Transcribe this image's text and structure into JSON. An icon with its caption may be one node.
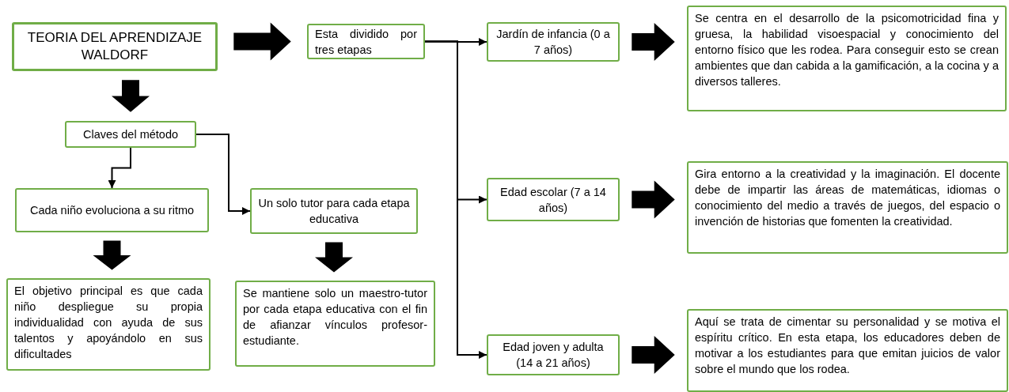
{
  "diagram": {
    "nodes": [
      {
        "text": [
          "TEORIA DEL APRENDIZAJE WALDORF"
        ]
      },
      {
        "text": [
          "Esta dividido por tres etapas"
        ]
      },
      {
        "text": [
          "Claves del método"
        ]
      },
      {
        "text": [
          "Cada niño evoluciona a su ritmo"
        ]
      },
      {
        "text": [
          "Un solo tutor para cada etapa educativa"
        ]
      },
      {
        "text": [
          "El objetivo principal es que cada niño despliegue su propia individualidad con ayuda de sus talentos y apoyándolo en sus dificultades"
        ]
      },
      {
        "text": [
          "Se mantiene solo un maestro-tutor por cada etapa educativa con el fin de afianzar vínculos profesor-estudiante."
        ]
      },
      {
        "text": [
          "Jardín de infancia (0 a 7 años)"
        ]
      },
      {
        "text": [
          "Edad escolar (7 a 14 años)"
        ]
      },
      {
        "text": [
          "Edad joven y adulta (14 a 21 años)"
        ]
      },
      {
        "text": [
          "Se centra en el desarrollo de la psicomotricidad fina y gruesa, la habilidad visoespacial y conocimiento del entorno físico que les rodea. Para conseguir esto se crean ambientes que dan cabida a la gamificación, a la cocina y a diversos talleres."
        ]
      },
      {
        "text": [
          "Gira entorno a la creatividad y la imaginación. El docente debe de impartir las áreas de matemáticas, idiomas o conocimiento del medio a través de juegos, del espacio o invención de historias que fomenten la creatividad."
        ]
      },
      {
        "text": [
          "Aquí se trata de cimentar su personalidad y se motiva el espíritu crítico. En esta etapa, los educadores deben de motivar a los estudiantes para que emitan juicios de valor sobre el mundo que los rodea."
        ]
      }
    ],
    "edges": [
      {
        "from": 0,
        "to": 1,
        "arrow": "to",
        "style": "thick"
      },
      {
        "from": 0,
        "to": 2,
        "arrow": "to",
        "style": "thick"
      },
      {
        "from": 2,
        "to": 3,
        "arrow": "to"
      },
      {
        "from": 2,
        "to": 4,
        "arrow": "to"
      },
      {
        "from": 3,
        "to": 5,
        "arrow": "to",
        "style": "thick"
      },
      {
        "from": 4,
        "to": 6,
        "arrow": "to",
        "style": "thick"
      },
      {
        "from": 1,
        "to": 7,
        "arrow": "to"
      },
      {
        "from": 1,
        "to": 8,
        "arrow": "to"
      },
      {
        "from": 1,
        "to": 9,
        "arrow": "to"
      },
      {
        "from": 7,
        "to": 10,
        "arrow": "to",
        "style": "thick"
      },
      {
        "from": 8,
        "to": 11,
        "arrow": "to",
        "style": "thick"
      },
      {
        "from": 9,
        "to": 12,
        "arrow": "to",
        "style": "thick"
      }
    ]
  }
}
